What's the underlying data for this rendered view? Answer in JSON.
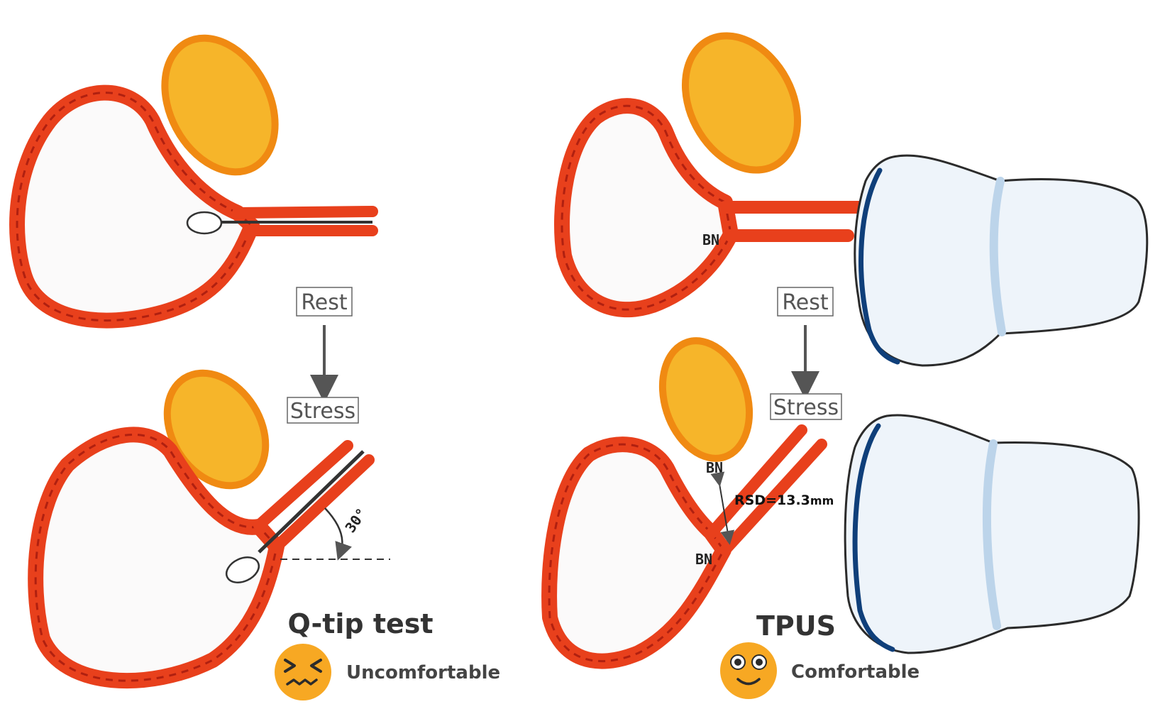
{
  "colors": {
    "bladder_outer": "#e8401c",
    "bladder_dashes": "#b02010",
    "bone_fill": "#f6b52a",
    "bone_stroke": "#f08a12",
    "probe_fill": "#eef4fa",
    "probe_edge": "#0f3f7a",
    "probe_shadow": "#bcd4ea",
    "face_fill": "#f7a823",
    "face_features": "#2b2b2b",
    "arrow": "#555555",
    "box_border": "#666666"
  },
  "icons": {
    "uncomfortable_face": "uncomfortable-face-icon",
    "comfortable_face": "comfortable-face-icon"
  },
  "left_panel": {
    "rest_label": "Rest",
    "stress_label": "Stress",
    "angle_label": "30°",
    "title": "Q-tip test",
    "comfort_label": "Uncomfortable"
  },
  "right_panel": {
    "rest_label": "Rest",
    "stress_label": "Stress",
    "bn_rest": "BN",
    "bn_stress_top": "BN",
    "bn_stress_bottom": "BN",
    "rsd_label": "RSD=13.3",
    "rsd_unit": "mm",
    "title": "TPUS",
    "comfort_label": "Comfortable"
  }
}
